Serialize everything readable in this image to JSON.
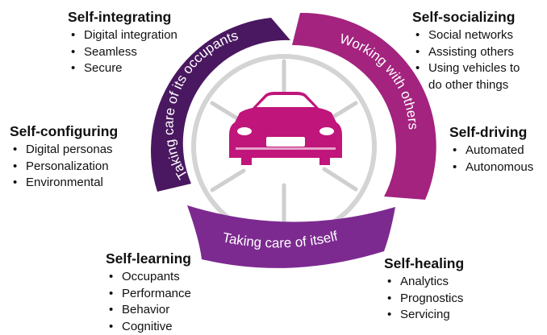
{
  "colors": {
    "dark_purple": "#4a1860",
    "magenta": "#a3237e",
    "mid_purple": "#7c2a90",
    "car": "#c0157a",
    "spoke": "#cfcfcf"
  },
  "ring": {
    "top_left_label": "Taking care of its occupants",
    "right_label": "Working with others",
    "bottom_label": "Taking care of itself"
  },
  "center_icon": "car-icon",
  "blocks": {
    "self_integrating": {
      "title": "Self-integrating",
      "items": [
        "Digital integration",
        "Seamless",
        "Secure"
      ]
    },
    "self_socializing": {
      "title": "Self-socializing",
      "items": [
        "Social networks",
        "Assisting others",
        "Using vehicles to"
      ],
      "item_continuation": "do other things"
    },
    "self_configuring": {
      "title": "Self-configuring",
      "items": [
        "Digital personas",
        "Personalization",
        "Environmental"
      ]
    },
    "self_driving": {
      "title": "Self-driving",
      "items": [
        "Automated",
        "Autonomous"
      ]
    },
    "self_learning": {
      "title": "Self-learning",
      "items": [
        "Occupants",
        "Performance",
        "Behavior",
        "Cognitive"
      ]
    },
    "self_healing": {
      "title": "Self-healing",
      "items": [
        "Analytics",
        "Prognostics",
        "Servicing"
      ]
    }
  }
}
